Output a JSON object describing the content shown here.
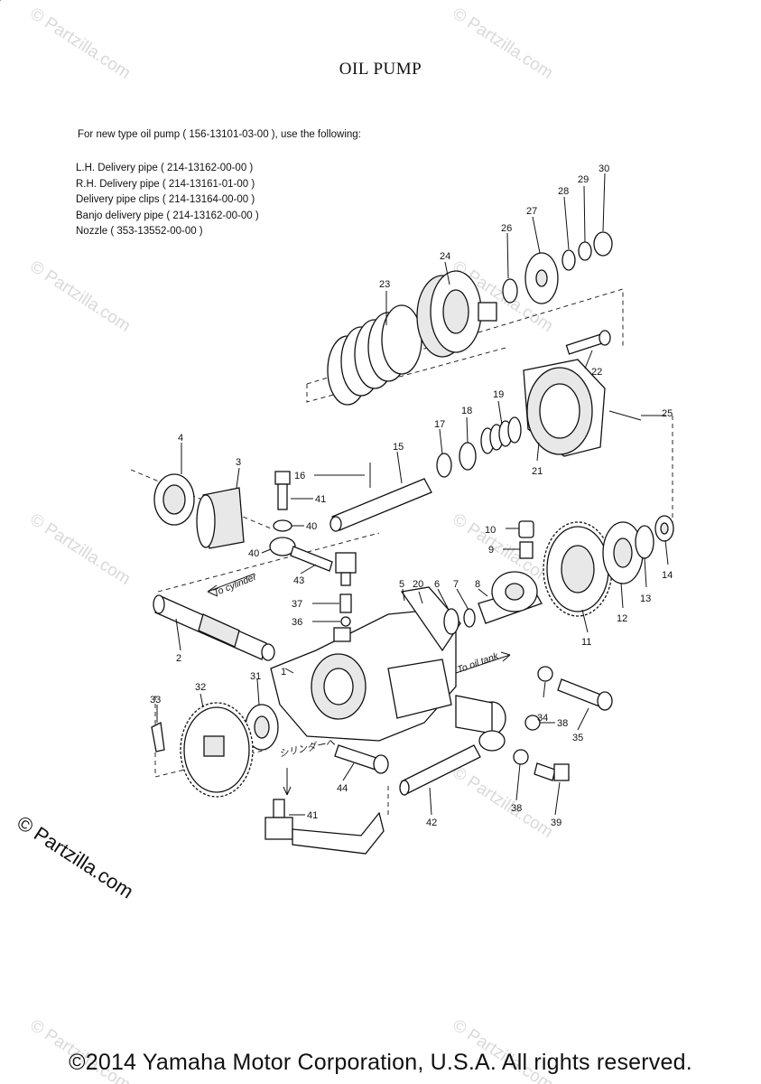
{
  "title": "OIL PUMP",
  "intro": "For new type oil pump  ( 156-13101-03-00 ), use the following:",
  "parts_list": [
    "L.H. Delivery pipe  ( 214-13162-00-00 )",
    "R.H. Delivery pipe  ( 214-13161-01-00 )",
    "Delivery pipe clips  ( 214-13164-00-00 )",
    "Banjo delivery pipe  ( 214-13162-00-00 )",
    "Nozzle ( 353-13552-00-00 )"
  ],
  "diagram_labels": {
    "to_cylinder": "To cylinder",
    "to_oil_tank": "To oil tank",
    "japanese_cylinder": "シリンダーへ"
  },
  "watermark": "© Partzilla.com",
  "brand": "© Partzilla.com",
  "copyright": "©2014 Yamaha Motor Corporation, U.S.A. All rights reserved.",
  "callouts": [
    "1",
    "2",
    "3",
    "4",
    "5",
    "6",
    "7",
    "8",
    "9",
    "10",
    "11",
    "12",
    "13",
    "14",
    "15",
    "16",
    "17",
    "18",
    "19",
    "20",
    "21",
    "22",
    "23",
    "24",
    "25",
    "26",
    "27",
    "28",
    "29",
    "30",
    "31",
    "32",
    "33",
    "34",
    "35",
    "36",
    "37",
    "38",
    "38",
    "39",
    "40",
    "40",
    "41",
    "41",
    "42",
    "43",
    "44"
  ]
}
